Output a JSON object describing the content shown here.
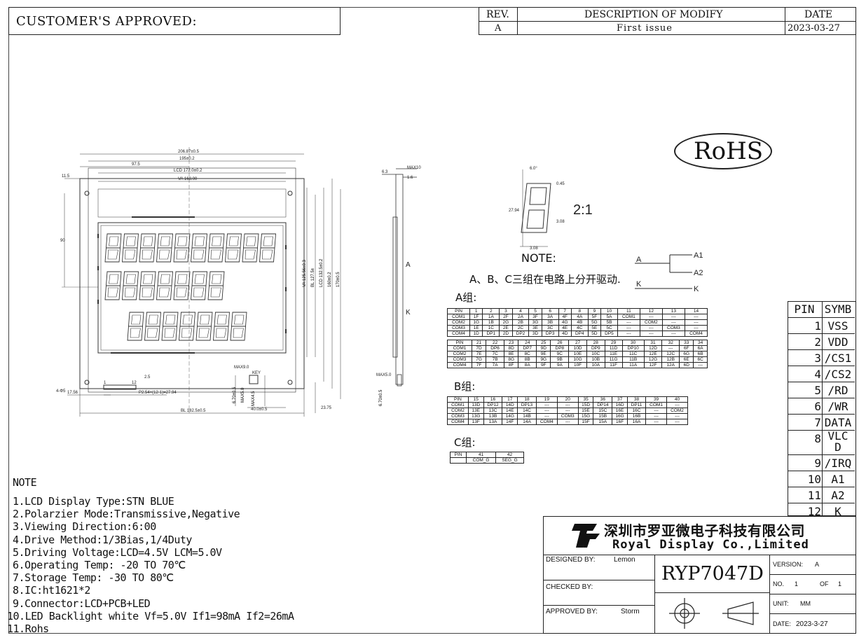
{
  "header": {
    "customer_approved": "CUSTOMER'S APPROVED:",
    "rev_label": "REV.",
    "desc_label": "DESCRIPTION OF MODIFY",
    "date_label": "DATE",
    "rev_value": "A",
    "desc_value": "First issue",
    "date_value": "2023-03-27"
  },
  "rohs": "RoHS",
  "drawing": {
    "dim_total_width": "206.87±0.5",
    "dim_195": "195±0.2",
    "dim_97_5": "97.5",
    "dim_lcd": "LCD 172.0±0.2",
    "dim_va": "VA 168.00",
    "dim_11_5": "11.5",
    "dim_90": "90",
    "dim_17_56": "17.56",
    "dim_p254": "P2.54×(12-1)=27.94",
    "dim_bl": "BL 182.5±0.5",
    "dim_23_75": "23.75",
    "dim_4_45": "4-Φ5",
    "dim_max9": "MAX9.0",
    "dim_max5": "MAX5.0",
    "dim_key": "KEY",
    "dim_40": "40.0±0.5",
    "dim_6_7": "6.70±0.5",
    "dim_max4_5": "MAX4.5",
    "pin_1": "1",
    "pin_12": "12",
    "dim_2_5": "2.5",
    "side_6_3": "6.3",
    "side_max10": "MAX10",
    "side_1_6": "1.6",
    "side_a": "A",
    "side_k": "K",
    "side_max5": "MAX5.0",
    "side_6_7": "6.70±0.5",
    "right_dims": [
      "VA 125.56±0.3",
      "BL 127.5±",
      "LCD 132.5±0.2",
      "160±0.2",
      "170±0.5"
    ],
    "digit_dims": [
      "6.0°",
      "0.45",
      "27.94",
      "3.08",
      "3.08"
    ],
    "scale": "2:1"
  },
  "wiring": {
    "note": "NOTE:",
    "note_text": "A、B、C三组在电路上分开驱动.",
    "a": "A",
    "k": "K",
    "a1": "A1",
    "a2": "A2",
    "kout": "K"
  },
  "groupA": {
    "label": "A组:",
    "table1": [
      [
        "PIN",
        "1",
        "2",
        "3",
        "4",
        "5",
        "6",
        "7",
        "8",
        "9",
        "10",
        "11",
        "12",
        "13",
        "14"
      ],
      [
        "COM1",
        "1F",
        "1A",
        "2F",
        "2A",
        "3F",
        "3A",
        "4F",
        "4A",
        "5F",
        "5A",
        "COM1",
        "---",
        "---",
        "---"
      ],
      [
        "COM2",
        "1G",
        "1B",
        "2G",
        "2B",
        "3G",
        "3B",
        "4G",
        "4B",
        "5G",
        "5B",
        "---",
        "COM2",
        "---",
        "---"
      ],
      [
        "COM3",
        "1E",
        "1C",
        "2E",
        "2C",
        "3E",
        "3C",
        "4E",
        "4C",
        "5E",
        "5C",
        "---",
        "---",
        "COM3",
        "---"
      ],
      [
        "COM4",
        "1D",
        "DP1",
        "2D",
        "DP2",
        "3D",
        "DP3",
        "4D",
        "DP4",
        "5D",
        "DP5",
        "---",
        "---",
        "---",
        "COM4"
      ]
    ],
    "table2": [
      [
        "PIN",
        "21",
        "22",
        "23",
        "24",
        "25",
        "26",
        "27",
        "28",
        "29",
        "30",
        "31",
        "32",
        "33",
        "34"
      ],
      [
        "COM1",
        "7D",
        "DP6",
        "8D",
        "DP7",
        "9D",
        "DP8",
        "10D",
        "DP9",
        "11D",
        "DP10",
        "12D",
        "---",
        "6F",
        "6A"
      ],
      [
        "COM2",
        "7E",
        "7C",
        "8E",
        "8C",
        "9E",
        "9C",
        "10E",
        "10C",
        "11E",
        "11C",
        "12E",
        "12C",
        "6G",
        "6B"
      ],
      [
        "COM3",
        "7G",
        "7B",
        "8G",
        "8B",
        "9G",
        "9B",
        "10G",
        "10B",
        "11G",
        "11B",
        "12G",
        "12B",
        "6E",
        "6C"
      ],
      [
        "COM4",
        "7F",
        "7A",
        "8F",
        "8A",
        "9F",
        "9A",
        "10F",
        "10A",
        "11F",
        "11A",
        "12F",
        "12A",
        "6D",
        "---"
      ]
    ]
  },
  "groupB": {
    "label": "B组:",
    "table": [
      [
        "PIN",
        "15",
        "16",
        "17",
        "18",
        "19",
        "20",
        "35",
        "36",
        "37",
        "38",
        "39",
        "40"
      ],
      [
        "COM1",
        "13D",
        "DP12",
        "14D",
        "DP13",
        "---",
        "---",
        "15D",
        "DP14",
        "16D",
        "DP11",
        "COM1",
        "---"
      ],
      [
        "COM2",
        "13E",
        "13C",
        "14E",
        "14C",
        "---",
        "---",
        "15E",
        "15C",
        "16E",
        "16C",
        "---",
        "COM2"
      ],
      [
        "COM3",
        "13G",
        "13B",
        "14G",
        "14B",
        "---",
        "COM3",
        "15G",
        "15B",
        "16G",
        "16B",
        "---",
        "---"
      ],
      [
        "COM4",
        "13F",
        "13A",
        "14F",
        "14A",
        "COM4",
        "---",
        "15F",
        "15A",
        "16F",
        "16A",
        "---",
        "---"
      ]
    ]
  },
  "groupC": {
    "label": "C组:",
    "table": [
      [
        "PIN",
        "41",
        "42"
      ],
      [
        "",
        "COM_G",
        "SEG_G"
      ]
    ]
  },
  "pins": {
    "header_pin": "PIN",
    "header_symb": "SYMB",
    "rows": [
      [
        "1",
        "VSS"
      ],
      [
        "2",
        "VDD"
      ],
      [
        "3",
        "/CS1"
      ],
      [
        "4",
        "/CS2"
      ],
      [
        "5",
        "/RD"
      ],
      [
        "6",
        "/WR"
      ],
      [
        "7",
        "DATA"
      ],
      [
        "8",
        "VLC D"
      ],
      [
        "9",
        "/IRQ"
      ],
      [
        "10",
        "A1"
      ],
      [
        "11",
        "A2"
      ],
      [
        "12",
        "K"
      ]
    ]
  },
  "notes": {
    "title": "NOTE",
    "lines": [
      "1.LCD Display Type:STN BLUE",
      "2.Polarzier Mode:Transmissive,Negative",
      "3.Viewing Direction:6:00",
      "4.Drive Method:1/3Bias,1/4Duty",
      "5.Driving Voltage:LCD=4.5V  LCM=5.0V",
      "6.Operating Temp: -20 TO 70℃",
      "7.Storage Temp: -30 TO 80℃",
      "8.IC:ht1621*2",
      "9.Connector:LCD+PCB+LED",
      "10.LED Backlight white Vf=5.0V If1=98mA If2=26mA",
      "11.Rohs"
    ]
  },
  "titleblock": {
    "company_cn": "深圳市罗亚微电子科技有限公司",
    "company_en": "Royal Display Co.,Limited",
    "designed_label": "DESIGNED BY:",
    "designed_value": "Lemon",
    "checked_label": "CHECKED BY:",
    "approved_label": "APPROVED BY:",
    "approved_value": "Storm",
    "part_no": "RYP7047D",
    "version_label": "VERSION:",
    "version_value": "A",
    "no_label": "NO.",
    "no_value": "1",
    "of_label": "OF",
    "of_value": "1",
    "unit_label": "UNIT:",
    "unit_value": "MM",
    "date_label": "DATE:",
    "date_value": "2023-3-27"
  }
}
